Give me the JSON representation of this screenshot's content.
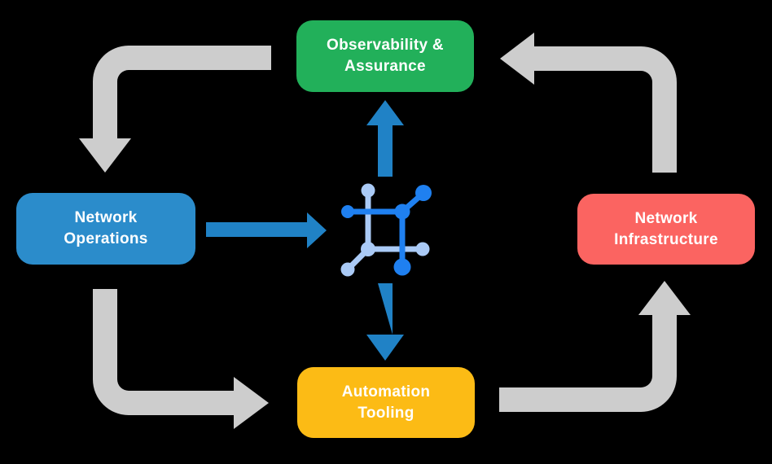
{
  "diagram": {
    "background_color": "#000000",
    "nodes": {
      "observability": {
        "label": "Observability &\nAssurance",
        "color": "#22b05a"
      },
      "operations": {
        "label": "Network\nOperations",
        "color": "#2b8ccb"
      },
      "infrastructure": {
        "label": "Network\nInfrastructure",
        "color": "#fb6461"
      },
      "automation": {
        "label": "Automation\nTooling",
        "color": "#fcbb15"
      }
    },
    "arrows": {
      "cycle_color": "#cdcdcd",
      "platform_color": "#2082c6"
    },
    "icon": {
      "name": "network-platform-icon",
      "primary_color": "#1f80f0",
      "secondary_color": "#aacaf6"
    }
  }
}
